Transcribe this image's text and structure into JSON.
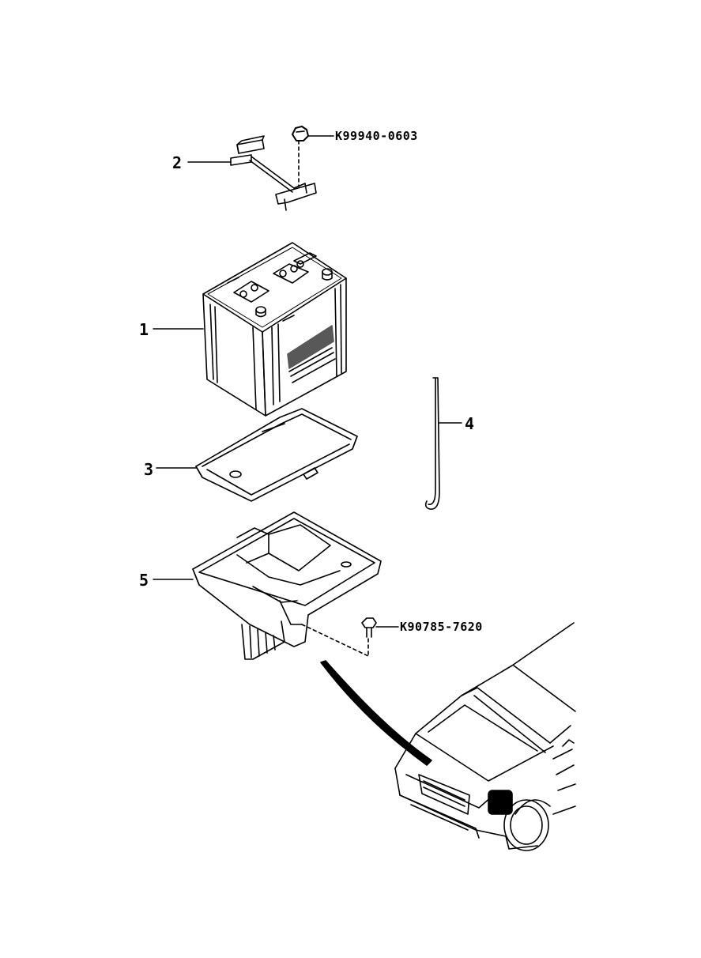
{
  "callouts": {
    "part_1": "1",
    "part_2": "2",
    "part_3": "3",
    "part_4": "4",
    "part_5": "5",
    "nut_part_number": "K99940-0603",
    "bolt_part_number": "K90785-7620"
  }
}
